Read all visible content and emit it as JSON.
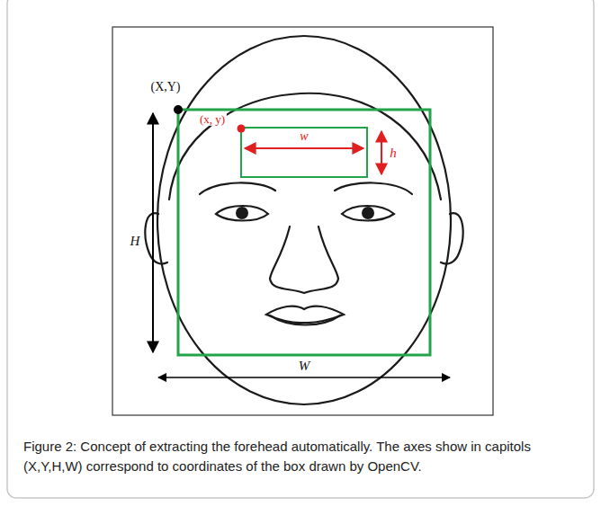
{
  "diagram": {
    "caption": "Figure 2: Concept of extracting the forehead automatically. The axes show in capitols (X,Y,H,W) correspond to coordinates of the box drawn by OpenCV.",
    "labels": [
      "(X,Y)",
      "(x, y)",
      "w",
      "h",
      "H",
      "W"
    ]
  }
}
